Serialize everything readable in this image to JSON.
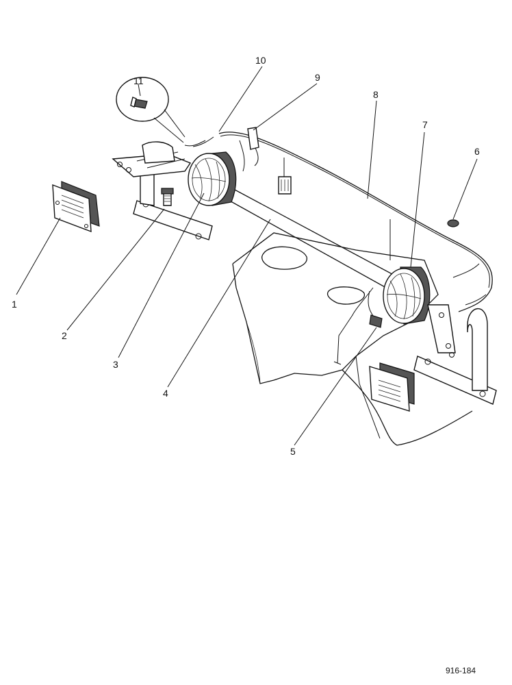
{
  "callouts": {
    "c1": "1",
    "c2": "2",
    "c3": "3",
    "c4": "4",
    "c5": "5",
    "c6": "6",
    "c7": "7",
    "c8": "8",
    "c9": "9",
    "c10": "10",
    "c11": "11"
  },
  "figure_ref": "916-184",
  "colors": {
    "ink": "#111111",
    "paper": "#ffffff"
  }
}
